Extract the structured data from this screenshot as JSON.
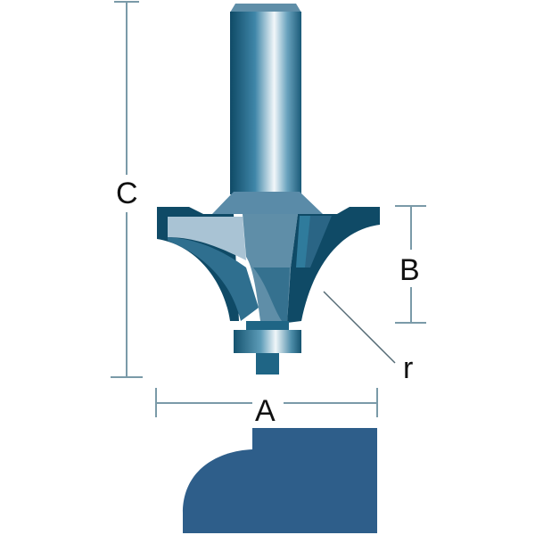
{
  "diagram": {
    "title": "Rounding-over router bit dimension diagram",
    "labels": {
      "overall_length": "C",
      "cutting_height": "B",
      "cutting_diameter": "A",
      "radius": "r"
    },
    "colors": {
      "dark_blue": "#0f4a66",
      "mid_blue": "#2f6f8f",
      "steel_blue": "#5a8ba8",
      "light_blue": "#a9c3d4",
      "profile_fill": "#2e5e8a",
      "dimension_line": "#7a9aa8",
      "label_text": "#111111"
    },
    "parts": [
      "shank",
      "body",
      "cutter-wings",
      "bearing",
      "pilot",
      "cut-profile"
    ]
  }
}
